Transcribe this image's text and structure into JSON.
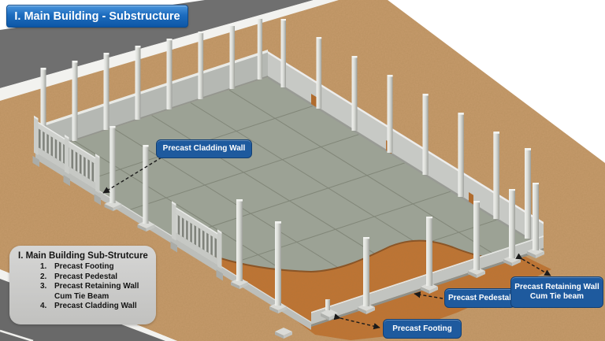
{
  "slide": {
    "title": "I. Main Building - Substructure"
  },
  "callouts": {
    "cladding_wall": {
      "label": "Precast Cladding Wall"
    },
    "pedestal": {
      "label": "Precast Pedestal"
    },
    "retaining_wall": {
      "line1": "Precast Retaining Wall",
      "line2": "Cum Tie beam"
    },
    "footing": {
      "label": "Precast Footing"
    }
  },
  "legend": {
    "title": "I. Main Building Sub-Strutcure",
    "items": [
      {
        "num": "1.",
        "label": "Precast Footing"
      },
      {
        "num": "2.",
        "label": "Precast Pedestal"
      },
      {
        "num": "3.",
        "label": "Precast Retaining Wall Cum Tie Beam"
      },
      {
        "num": "4.",
        "label": "Precast Cladding Wall"
      }
    ]
  },
  "colors": {
    "accent_blue": "#1e5a9e",
    "title_blue_top": "#4a95dc",
    "title_blue_bottom": "#0d57a6",
    "legend_gray": "#cbcbca",
    "earth_tan": "#c59a6b",
    "excavation_orange": "#bf7434",
    "slab_gray_green": "#9ca295",
    "road_gray": "#6f6f6f",
    "concrete_light": "#d9dbd7"
  }
}
